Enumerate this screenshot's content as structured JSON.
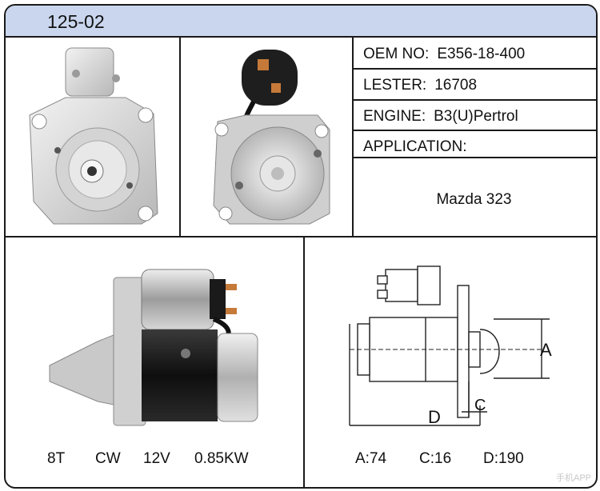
{
  "header": {
    "code": "125-02"
  },
  "specs": [
    {
      "label": "OEM NO:",
      "value": "E356-18-400"
    },
    {
      "label": "LESTER:",
      "value": "16708"
    },
    {
      "label": "ENGINE:",
      "value": "B3(U)Pertrol"
    },
    {
      "label": "APPLICATION:",
      "value": ""
    }
  ],
  "application": "Mazda 323",
  "ratings": [
    "8T",
    "CW",
    "12V",
    "0.85KW"
  ],
  "diagram": {
    "label_a": "A",
    "label_c": "C",
    "label_d": "D"
  },
  "dimensions": [
    "A:74",
    "C:16",
    "D:190"
  ],
  "watermark": "手机APP"
}
